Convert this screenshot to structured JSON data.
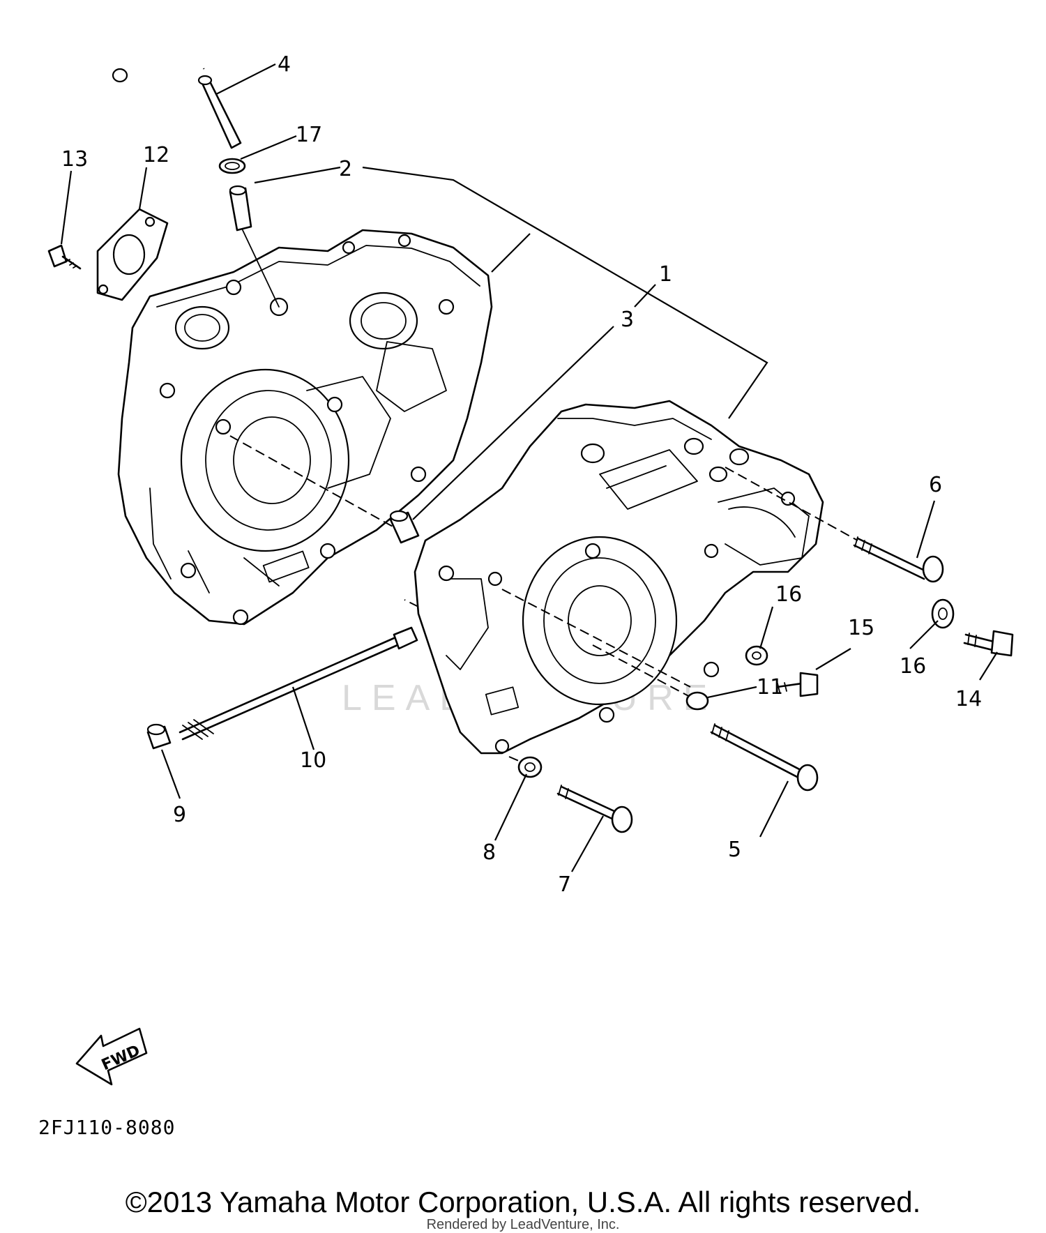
{
  "watermark": "LEADVENTURE",
  "fwd_label": "FWD",
  "diagram_code": "2FJ110-8080",
  "copyright": "©2013 Yamaha Motor Corporation, U.S.A. All rights reserved.",
  "rendered_by": "Rendered by LeadVenture, Inc.",
  "callouts": [
    {
      "id": "p1",
      "label": "1"
    },
    {
      "id": "p2",
      "label": "2"
    },
    {
      "id": "p3",
      "label": "3"
    },
    {
      "id": "p4",
      "label": "4"
    },
    {
      "id": "p5",
      "label": "5"
    },
    {
      "id": "p6",
      "label": "6"
    },
    {
      "id": "p7",
      "label": "7"
    },
    {
      "id": "p8",
      "label": "8"
    },
    {
      "id": "p9",
      "label": "9"
    },
    {
      "id": "p10",
      "label": "10"
    },
    {
      "id": "p11",
      "label": "11"
    },
    {
      "id": "p12",
      "label": "12"
    },
    {
      "id": "p13",
      "label": "13"
    },
    {
      "id": "p14",
      "label": "14"
    },
    {
      "id": "p15",
      "label": "15"
    },
    {
      "id": "p16a",
      "label": "16"
    },
    {
      "id": "p16b",
      "label": "16"
    },
    {
      "id": "p17",
      "label": "17"
    }
  ]
}
